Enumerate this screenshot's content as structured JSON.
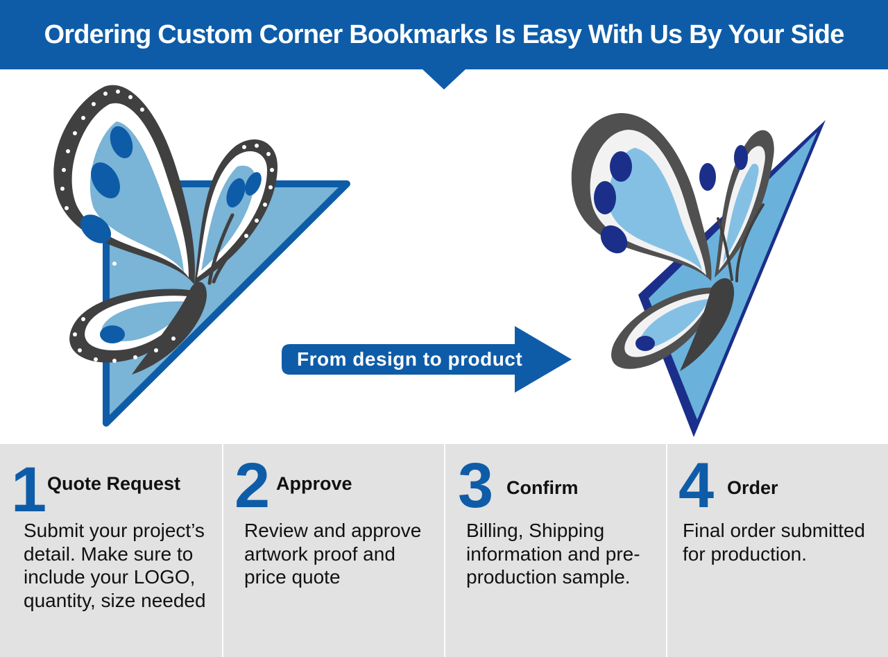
{
  "header": {
    "title": "Ordering Custom Corner Bookmarks Is Easy With Us By Your Side"
  },
  "hero": {
    "arrow_label": "From design to product",
    "design_image": "butterfly-corner-bookmark-design",
    "product_image": "embroidered-butterfly-corner-bookmark"
  },
  "steps": [
    {
      "number": "1",
      "title": "Quote Request",
      "description": "Submit your project’s detail. Make sure to include your LOGO, quantity, size needed"
    },
    {
      "number": "2",
      "title": "Approve",
      "description": "Review and approve artwork proof and price quote"
    },
    {
      "number": "3",
      "title": "Confirm",
      "description": "Billing, Shipping information and pre-production sample."
    },
    {
      "number": "4",
      "title": "Order",
      "description": "Final order submitted for production."
    }
  ],
  "colors": {
    "brand_blue": "#0e5ca8",
    "panel_gray": "#e2e2e2",
    "light_blue": "#7ab4d6",
    "navy": "#1b2f8a"
  }
}
